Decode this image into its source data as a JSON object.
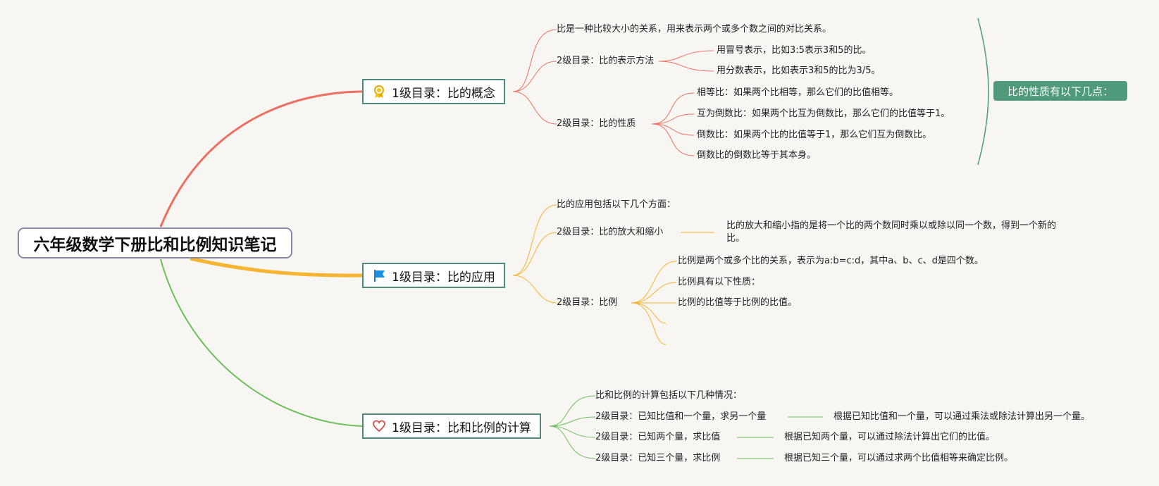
{
  "root": {
    "title": "六年级数学下册比和比例知识笔记"
  },
  "summary": {
    "label": "比的性质有以下几点："
  },
  "colors": {
    "concept": "#ec7062",
    "application": "#f5b431",
    "calc": "#6cc05a",
    "summary": "#4e9a7a"
  },
  "branches": {
    "concept": {
      "label": "1级目录：比的概念",
      "icon": "award-ribbon-icon",
      "intro": "比是一种比较大小的关系，用来表示两个或多个数之间的对比关系。",
      "repr": {
        "label": "2级目录：比的表示方法",
        "items": [
          "用冒号表示，比如3:5表示3和5的比。",
          "用分数表示，比如表示3和5的比为3/5。"
        ]
      },
      "props": {
        "label": "2级目录：比的性质",
        "items": [
          "相等比：如果两个比相等，那么它们的比值相等。",
          "互为倒数比：如果两个比互为倒数比，那么它们的比值等于1。",
          "倒数比：如果两个比的比值等于1，那么它们互为倒数比。",
          "倒数比的倒数比等于其本身。"
        ]
      }
    },
    "application": {
      "label": "1级目录：比的应用",
      "icon": "flag-icon",
      "intro": "比的应用包括以下几个方面：",
      "scale": {
        "label": "2级目录：比的放大和缩小",
        "detail": "比的放大和缩小指的是将一个比的两个数同时乘以或除以同一个数，得到一个新的比。"
      },
      "proportion": {
        "label": "2级目录：比例",
        "items": [
          "比例是两个或多个比的关系，表示为a:b=c:d，其中a、b、c、d是四个数。",
          "比例具有以下性质：",
          "比例的比值等于比例的比值。"
        ]
      }
    },
    "calc": {
      "label": "1级目录：比和比例的计算",
      "icon": "heart-icon",
      "intro": "比和比例的计算包括以下几种情况：",
      "cases": [
        {
          "label": "2级目录：已知比值和一个量，求另一个量",
          "detail": "根据已知比值和一个量，可以通过乘法或除法计算出另一个量。"
        },
        {
          "label": "2级目录：已知两个量，求比值",
          "detail": "根据已知两个量，可以通过除法计算出它们的比值。"
        },
        {
          "label": "2级目录：已知三个量，求比例",
          "detail": "根据已知三个量，可以通过求两个比值相等来确定比例。"
        }
      ]
    }
  }
}
